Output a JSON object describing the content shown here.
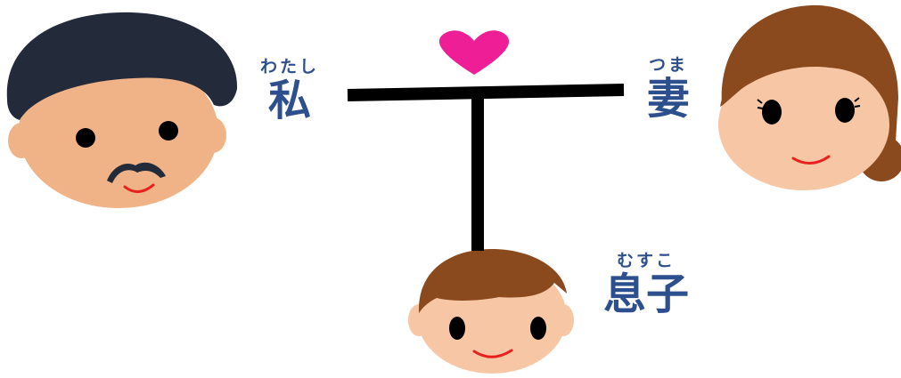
{
  "people": {
    "me": {
      "reading": "わたし",
      "kanji": "私"
    },
    "wife": {
      "reading": "つま",
      "kanji": "妻"
    },
    "son": {
      "reading": "むすこ",
      "kanji": "息子"
    }
  },
  "colors": {
    "label": "#2e4f8e",
    "heart": "#ee1f96",
    "line": "#000000",
    "skin_man": "#f0b287",
    "skin_light": "#f6c6a5",
    "hair_man": "#232a3a",
    "hair_brown": "#8a4a1e",
    "mouth": "#e8201e"
  },
  "icons": [
    "heart-icon",
    "man-face-icon",
    "woman-face-icon",
    "boy-face-icon"
  ]
}
